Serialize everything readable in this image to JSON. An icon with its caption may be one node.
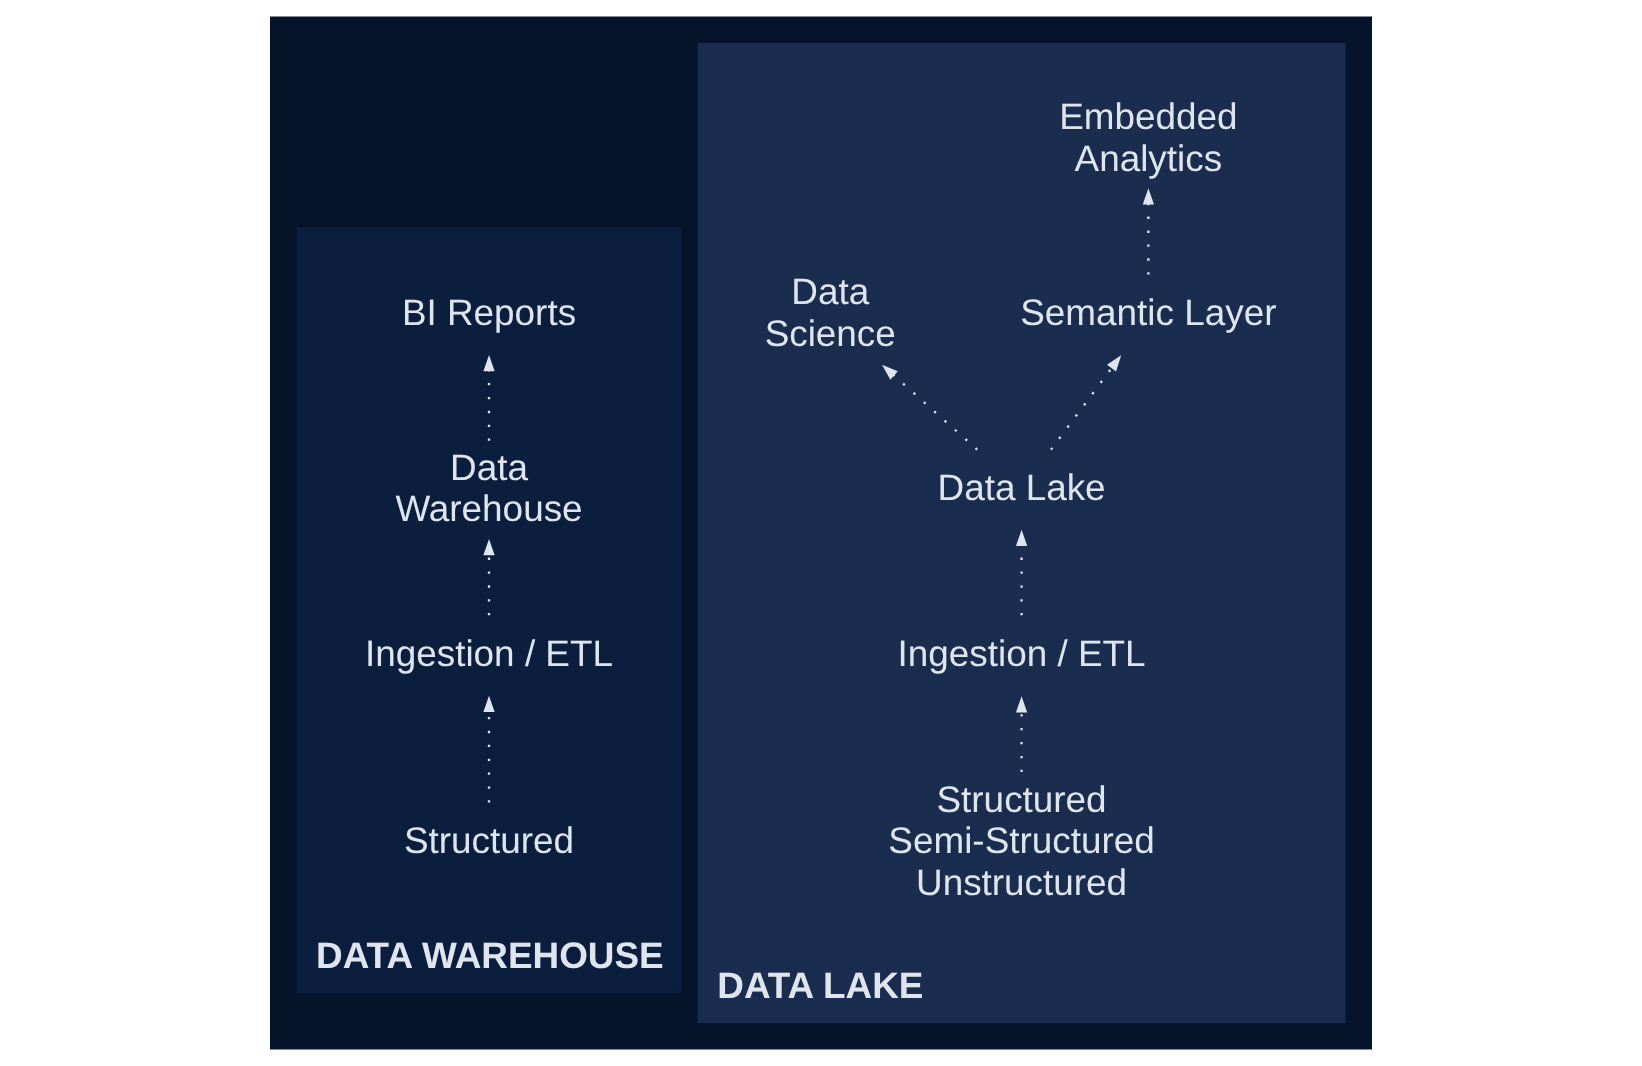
{
  "diagram": {
    "nodes": [
      {
        "text": [
          "DATA WAREHOUSE"
        ]
      },
      {
        "text": [
          "BI Reports"
        ],
        "in": 0
      },
      {
        "text": [
          "Data Warehouse"
        ],
        "in": 0
      },
      {
        "text": [
          "Ingestion / ETL"
        ],
        "in": 0
      },
      {
        "text": [
          "Structured"
        ],
        "in": 0
      },
      {
        "text": [
          "DATA LAKE"
        ]
      },
      {
        "text": [
          "Embedded Analytics"
        ],
        "in": 5
      },
      {
        "text": [
          "Data Science"
        ],
        "in": 5
      },
      {
        "text": [
          "Semantic Layer"
        ],
        "in": 5
      },
      {
        "text": [
          "Data Lake"
        ],
        "in": 5
      },
      {
        "text": [
          "Ingestion / ETL"
        ],
        "in": 5
      },
      {
        "text": [
          "Structured",
          "Semi-Structured",
          "Unstructured"
        ],
        "in": 5
      }
    ],
    "edges": [
      {
        "from": 4,
        "to": 3,
        "arrow": "to",
        "style": "dashed"
      },
      {
        "from": 3,
        "to": 2,
        "arrow": "to",
        "style": "dashed"
      },
      {
        "from": 2,
        "to": 1,
        "arrow": "to",
        "style": "dashed"
      },
      {
        "from": 11,
        "to": 10,
        "arrow": "to",
        "style": "dashed"
      },
      {
        "from": 10,
        "to": 9,
        "arrow": "to",
        "style": "dashed"
      },
      {
        "from": 9,
        "to": 8,
        "arrow": "to",
        "style": "dashed"
      },
      {
        "from": 8,
        "to": 6,
        "arrow": "to",
        "style": "dashed"
      },
      {
        "from": 9,
        "to": 7,
        "arrow": "to",
        "style": "dashed"
      }
    ]
  }
}
